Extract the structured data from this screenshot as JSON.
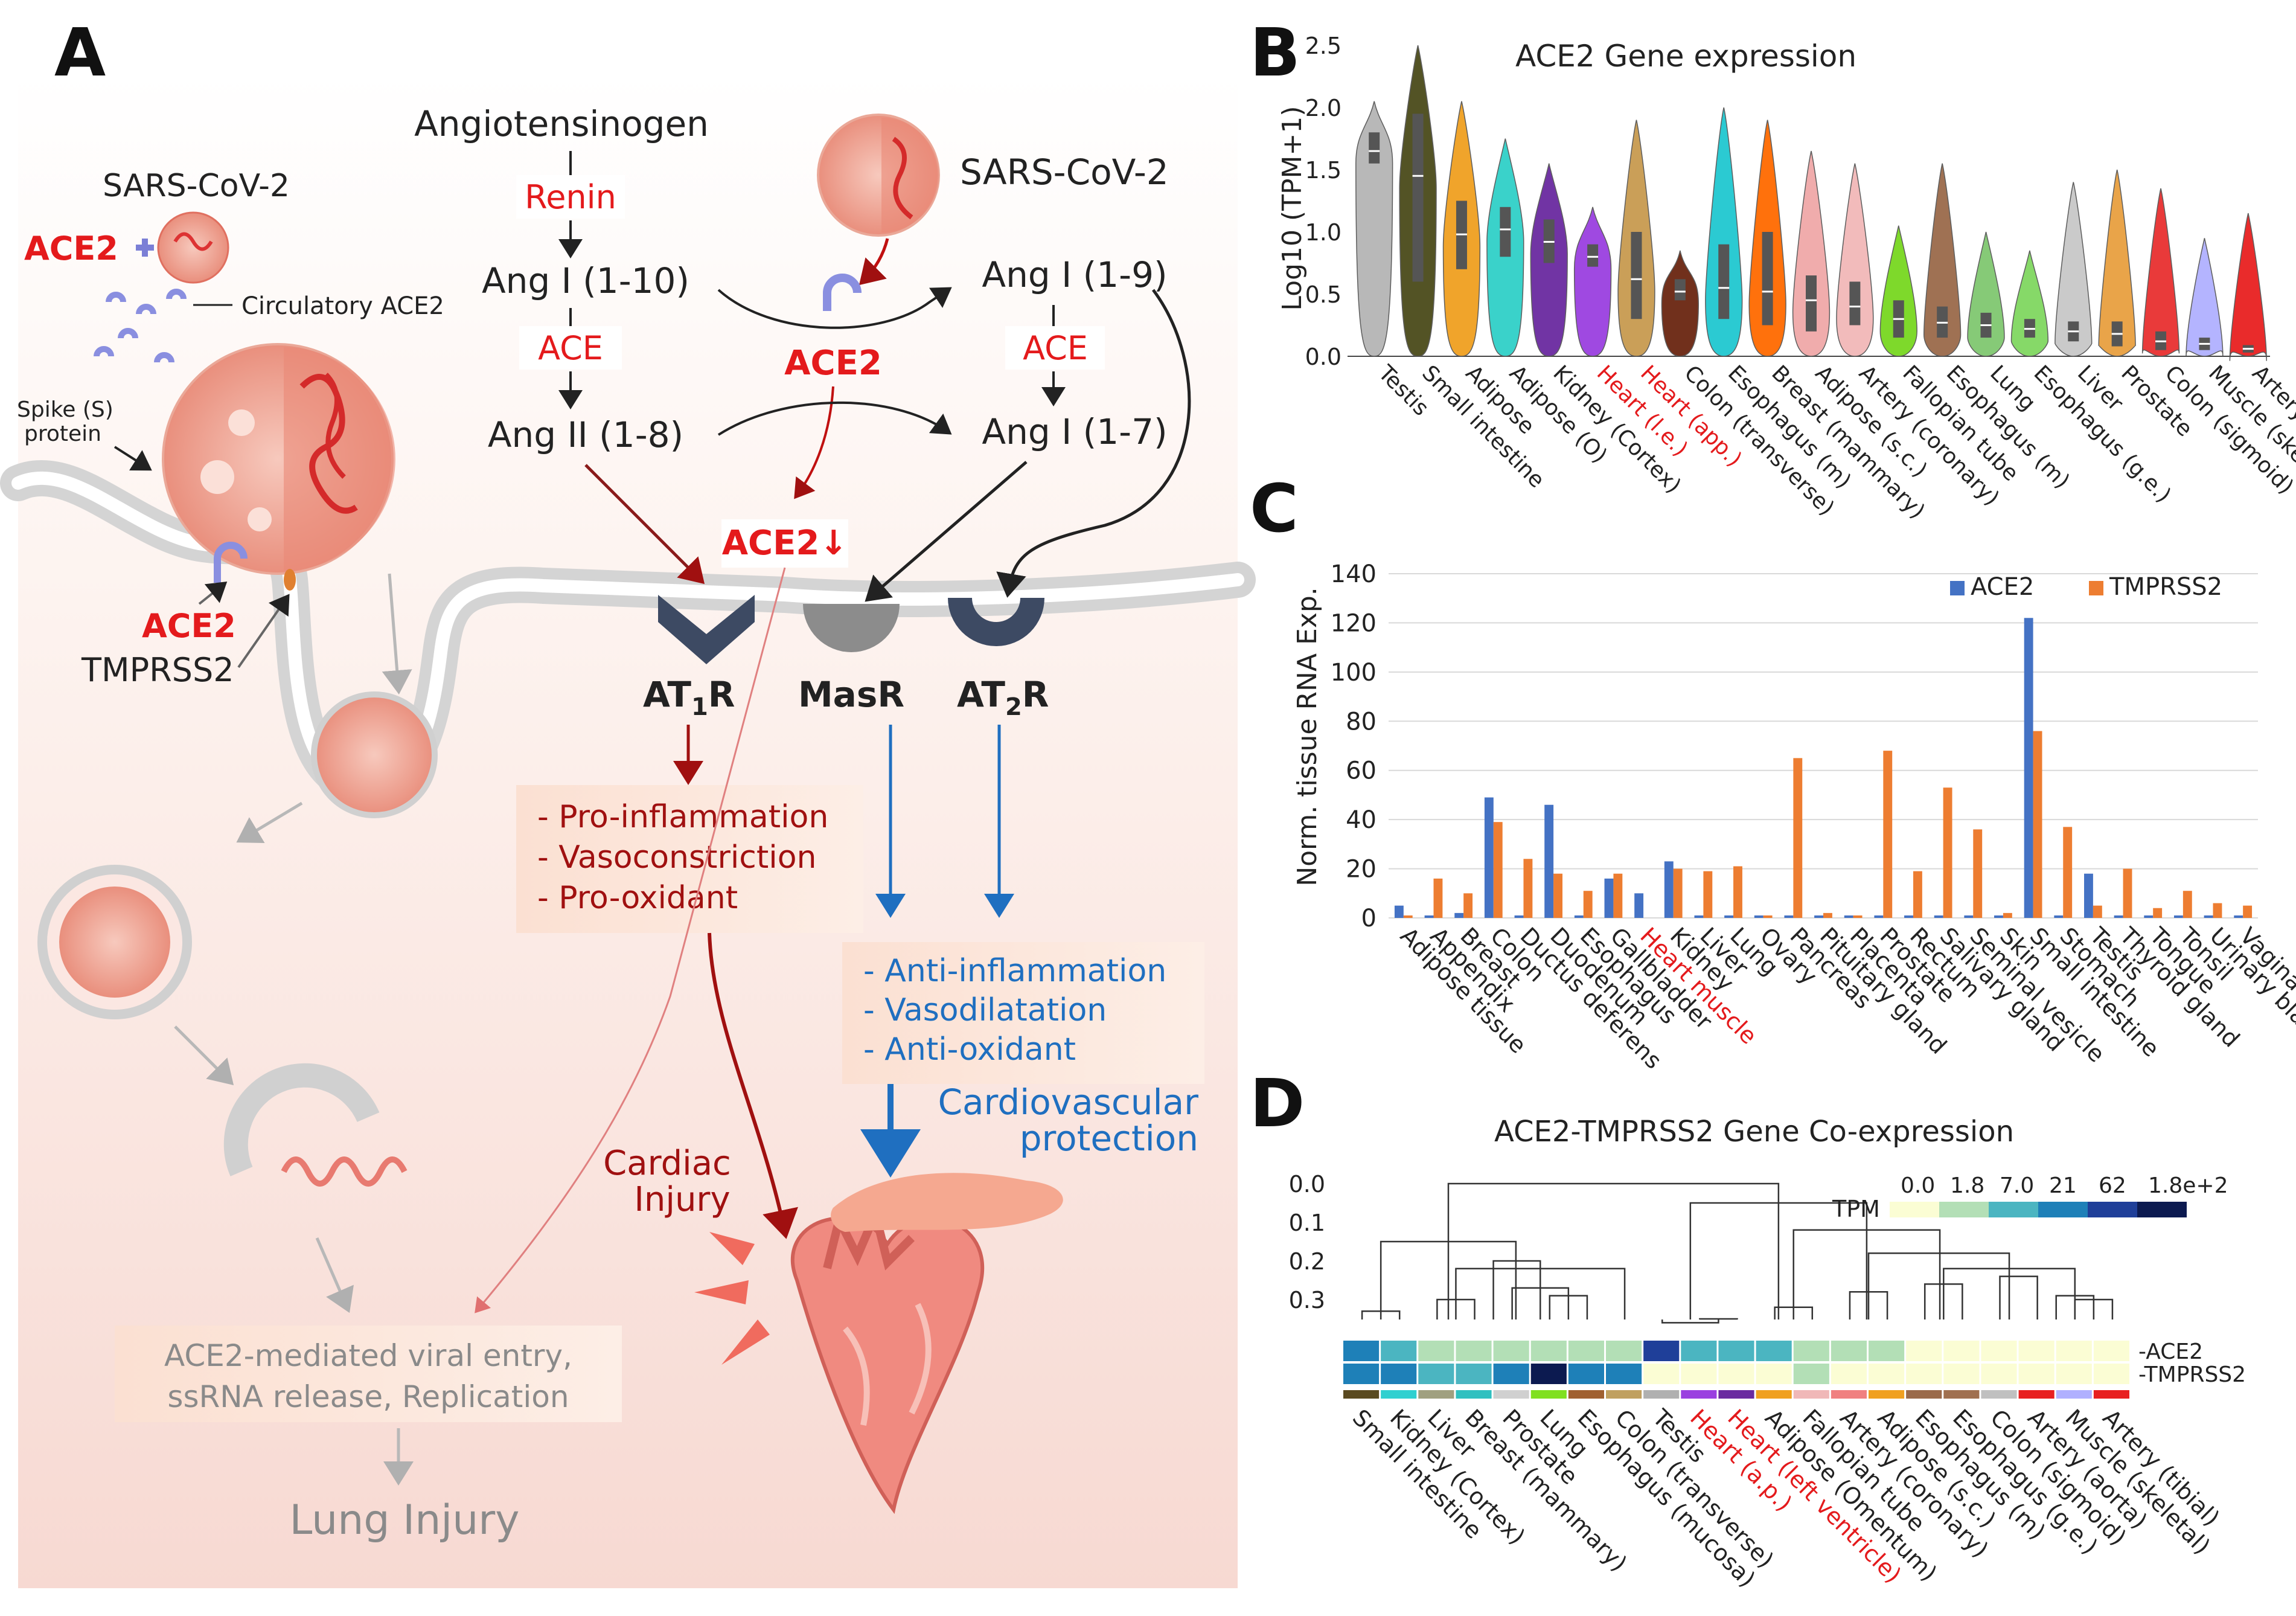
{
  "panelA": {
    "letter": "A",
    "cell_virus_label": "SARS-CoV-2",
    "cell_ace2_label": "ACE2",
    "circulatory_label": "Circulatory ACE2",
    "spike_label_1": "Spike (S)",
    "spike_label_2": "protein",
    "membrane_ace2": "ACE2",
    "tmprss2": "TMPRSS2",
    "angiotensinogen": "Angiotensinogen",
    "renin": "Renin",
    "ang_1_10": "Ang I (1-10)",
    "ace_left": "ACE",
    "ang_ii_1_8": "Ang II (1-8)",
    "virus_right_label": "SARS-CoV-2",
    "ace2_center": "ACE2",
    "ang_1_9": "Ang I (1-9)",
    "ace_right": "ACE",
    "ang_1_7": "Ang I (1-7)",
    "ace2_down": "ACE2↓",
    "at1r_main": "AT",
    "at1r_sub": "1",
    "at1r_end": "R",
    "masr": "MasR",
    "at2r_main": "AT",
    "at2r_sub": "2",
    "at2r_end": "R",
    "pro_effects": [
      "- Pro-inflammation",
      "- Vasoconstriction",
      "- Pro-oxidant"
    ],
    "anti_effects": [
      "- Anti-inflammation",
      "- Vasodilatation",
      "- Anti-oxidant"
    ],
    "cardio_1": "Cardiovascular",
    "cardio_2": "protection",
    "cardiac_1": "Cardiac",
    "cardiac_2": "Injury",
    "entry_1": "ACE2-mediated viral entry,",
    "entry_2": "ssRNA release, Replication",
    "lung_injury": "Lung Injury",
    "colors": {
      "red": "#e41a1c",
      "darkred": "#a01010",
      "blue": "#1f6fc0",
      "navy": "#3d4a63",
      "gray": "#7f7f7f"
    }
  },
  "panelB": {
    "letter": "B",
    "chart_data": {
      "type": "violin",
      "title": "ACE2 Gene expression",
      "ylabel": "Log10 (TPM+1)",
      "ylim": [
        0,
        2.5
      ],
      "yticks": [
        "0.0",
        "0.5",
        "1.0",
        "1.5",
        "2.0",
        "2.5"
      ],
      "categories": [
        "Testis",
        "Small intestine",
        "Adipose",
        "Adipose (O)",
        "Kidney (Cortex)",
        "Heart (l.e.)",
        "Heart (app.)",
        "Colon (transverse)",
        "Esophagus (m)",
        "Breast (mammary)",
        "Adipose (s.c.)",
        "Artery (coronary)",
        "Fallopian tube",
        "Esophagus (m)",
        "Lung",
        "Esophagus (g.e.)",
        "Liver",
        "Prostate",
        "Colon (sigmoid)",
        "Muscle (skeletal)",
        "Artery (tibial)"
      ],
      "highlight": [
        "Heart (l.e.)",
        "Heart (app.)"
      ],
      "colors": [
        "#b5b5b5",
        "#4a4a1a",
        "#f0a020",
        "#30d0c8",
        "#6a2aa0",
        "#9a40e0",
        "#c89a50",
        "#6a2510",
        "#20c8d0",
        "#ff6a00",
        "#f0a8a8",
        "#f2b8b8",
        "#78d820",
        "#9a6a4a",
        "#80c870",
        "#80d860",
        "#c8c8c8",
        "#e8a040",
        "#e83030",
        "#b0b0ff",
        "#e82020"
      ],
      "medians": [
        1.65,
        1.45,
        0.98,
        1.02,
        0.92,
        0.8,
        0.62,
        0.52,
        0.55,
        0.52,
        0.45,
        0.4,
        0.3,
        0.27,
        0.25,
        0.22,
        0.2,
        0.18,
        0.12,
        0.1,
        0.06
      ],
      "q1": [
        1.55,
        0.6,
        0.7,
        0.8,
        0.75,
        0.72,
        0.3,
        0.45,
        0.3,
        0.25,
        0.2,
        0.25,
        0.15,
        0.15,
        0.15,
        0.15,
        0.12,
        0.08,
        0.05,
        0.05,
        0.03
      ],
      "q3": [
        1.8,
        1.95,
        1.25,
        1.2,
        1.1,
        0.9,
        1.0,
        0.62,
        0.9,
        1.0,
        0.65,
        0.6,
        0.45,
        0.4,
        0.35,
        0.3,
        0.28,
        0.28,
        0.2,
        0.15,
        0.09
      ],
      "maxes": [
        2.05,
        2.5,
        2.05,
        1.75,
        1.55,
        1.2,
        1.9,
        0.85,
        2.0,
        1.9,
        1.65,
        1.55,
        1.05,
        1.55,
        1.0,
        0.85,
        1.4,
        1.5,
        1.35,
        0.95,
        1.15
      ]
    }
  },
  "panelC": {
    "letter": "C",
    "chart_data": {
      "type": "bar",
      "ylabel": "Norm. tissue RNA Exp.",
      "ylim": [
        0,
        140
      ],
      "yticks": [
        "0",
        "20",
        "40",
        "60",
        "80",
        "100",
        "120",
        "140"
      ],
      "categories": [
        "Adipose tissue",
        "Appendix",
        "Breast",
        "Colon",
        "Ductus deferens",
        "Duodenum",
        "Esophagus",
        "Gallbladder",
        "Heart muscle",
        "Kidney",
        "Liver",
        "Lung",
        "Ovary",
        "Pancreas",
        "Pituitary gland",
        "Placenta",
        "Prostate",
        "Rectum",
        "Salivary gland",
        "Seminal vesicle",
        "Skin",
        "Small intestine",
        "Stomach",
        "Testis",
        "Thyroid gland",
        "Tongue",
        "Tonsil",
        "Urinary bladder",
        "Vagina"
      ],
      "highlight": [
        "Heart muscle"
      ],
      "series": [
        {
          "name": "ACE2",
          "color": "#4472c4",
          "values": [
            5,
            1,
            2,
            49,
            1,
            46,
            1,
            16,
            10,
            23,
            1,
            1,
            1,
            1,
            1,
            1,
            1,
            1,
            1,
            1,
            1,
            122,
            1,
            18,
            1,
            1,
            1,
            1,
            1
          ]
        },
        {
          "name": "TMPRSS2",
          "color": "#ed7d31",
          "values": [
            1,
            16,
            10,
            39,
            24,
            18,
            11,
            18,
            0,
            20,
            19,
            21,
            1,
            65,
            2,
            1,
            68,
            19,
            53,
            36,
            2,
            76,
            37,
            5,
            20,
            4,
            11,
            6,
            5
          ]
        }
      ]
    }
  },
  "panelD": {
    "letter": "D",
    "chart_data": {
      "type": "heatmap",
      "title": "ACE2-TMPRSS2 Gene Co-expression",
      "dendrogram_ticks": [
        "0.0",
        "0.1",
        "0.2",
        "0.3"
      ],
      "legend_title": "TPM",
      "legend_ticks": [
        "0.0",
        "1.8",
        "7.0",
        "21",
        "62",
        "1.8e+2"
      ],
      "legend_colors": [
        "#fbfdd4",
        "#b3dfb6",
        "#4bb5c1",
        "#1e80b8",
        "#1f3f99",
        "#0c1a50"
      ],
      "row_labels": [
        "-ACE2",
        "-TMPRSS2"
      ],
      "columns": [
        "Small intestine",
        "Kidney (Cortex)",
        "Liver",
        "Breast (mammary)",
        "Prostate",
        "Lung",
        "Esophagus (mucosa)",
        "Colon (transverse)",
        "Testis",
        "Heart (a.p.)",
        "Heart (left ventricle)",
        "Adipose (Omentum)",
        "Fallopian tube",
        "Artery (coronary)",
        "Adipose (s.c.)",
        "Esophagus (m)",
        "Esophagus (g.e.)",
        "Colon (sigmoid)",
        "Artery (aorta)",
        "Muscle (skeletal)",
        "Artery (tibial)"
      ],
      "highlight": [
        "Heart (a.p.)",
        "Heart (left ventricle)"
      ],
      "ace2_level": [
        4,
        3,
        2,
        2,
        2,
        2,
        2,
        2,
        5,
        3,
        3,
        3,
        2,
        2,
        2,
        1,
        1,
        1,
        1,
        1,
        1
      ],
      "tmprss2_level": [
        4,
        4,
        3,
        3,
        4,
        6,
        4,
        4,
        1,
        1,
        1,
        1,
        2,
        1,
        1,
        1,
        1,
        1,
        1,
        1,
        1
      ],
      "tissue_colors": [
        "#5a4a20",
        "#30d0d0",
        "#a0a080",
        "#30c0c0",
        "#d0d0d0",
        "#80e020",
        "#a06030",
        "#c0a060",
        "#b0b0b0",
        "#9a40e0",
        "#6a2aa0",
        "#f0a020",
        "#f0b8b8",
        "#f08080",
        "#f0a020",
        "#9a6a4a",
        "#a07050",
        "#c0c0c0",
        "#e82020",
        "#b0b0ff",
        "#e82020"
      ]
    }
  }
}
